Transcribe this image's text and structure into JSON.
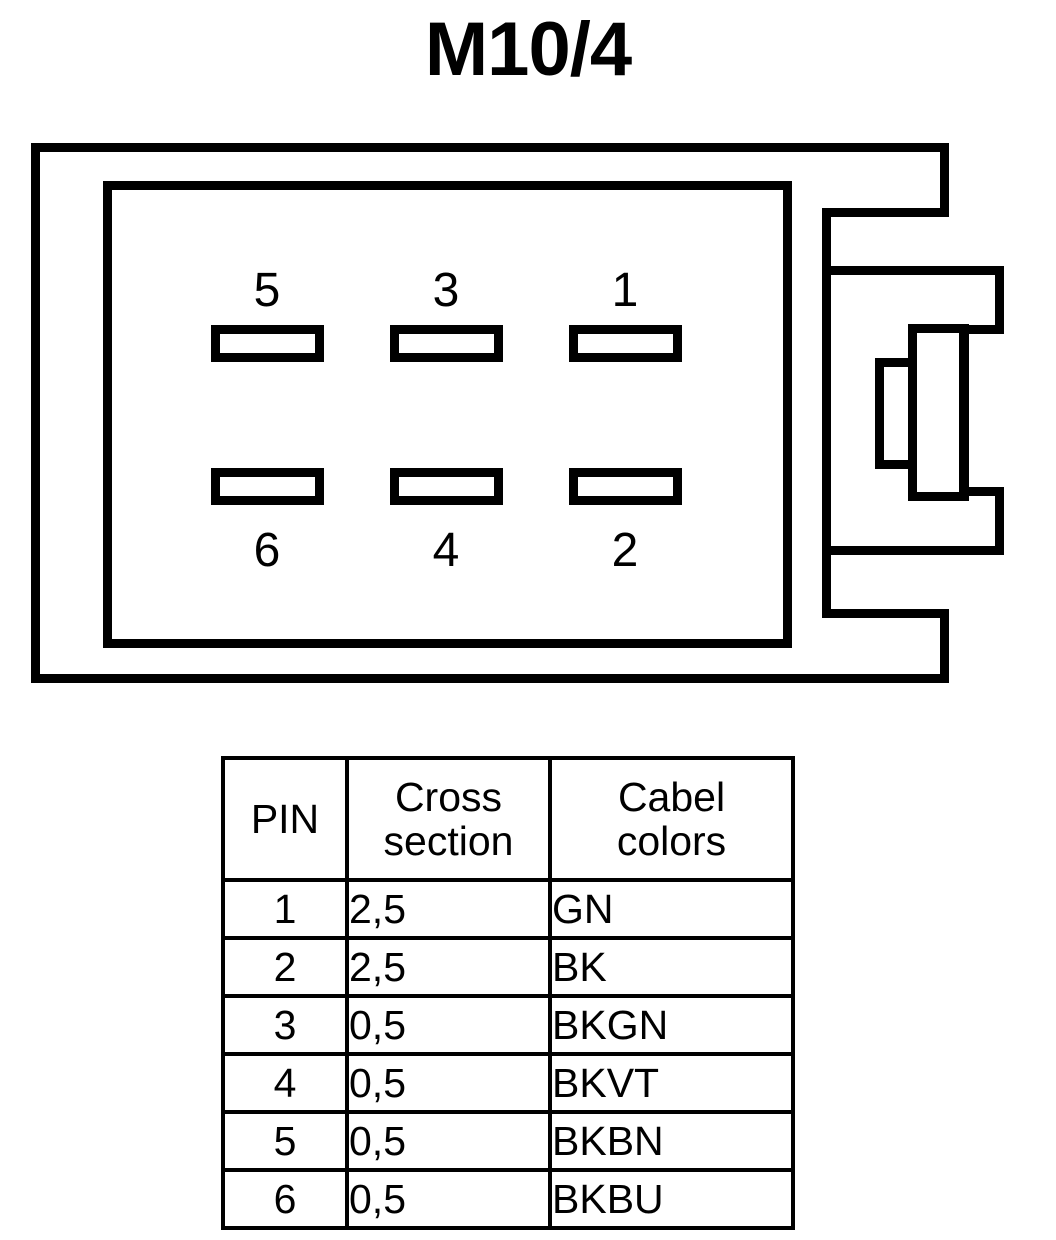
{
  "title": "M10/4",
  "connector": {
    "name": "6-pin automotive connector front view",
    "pins_top_row": [
      {
        "label": "5"
      },
      {
        "label": "3"
      },
      {
        "label": "1"
      }
    ],
    "pins_bottom_row": [
      {
        "label": "6"
      },
      {
        "label": "4"
      },
      {
        "label": "2"
      }
    ],
    "latch_name": "locking-latch"
  },
  "table": {
    "headers": {
      "pin": "PIN",
      "cross_line1": "Cross",
      "cross_line2": "section",
      "color_line1": "Cabel",
      "color_line2": "colors"
    },
    "rows": [
      {
        "pin": "1",
        "cross_section": "2,5",
        "cable_color": "GN"
      },
      {
        "pin": "2",
        "cross_section": "2,5",
        "cable_color": "BK"
      },
      {
        "pin": "3",
        "cross_section": "0,5",
        "cable_color": "BKGN"
      },
      {
        "pin": "4",
        "cross_section": "0,5",
        "cable_color": "BKVT"
      },
      {
        "pin": "5",
        "cross_section": "0,5",
        "cable_color": "BKBN"
      },
      {
        "pin": "6",
        "cross_section": "0,5",
        "cable_color": "BKBU"
      }
    ]
  },
  "colors": {
    "ink": "#000000",
    "paper": "#ffffff"
  }
}
